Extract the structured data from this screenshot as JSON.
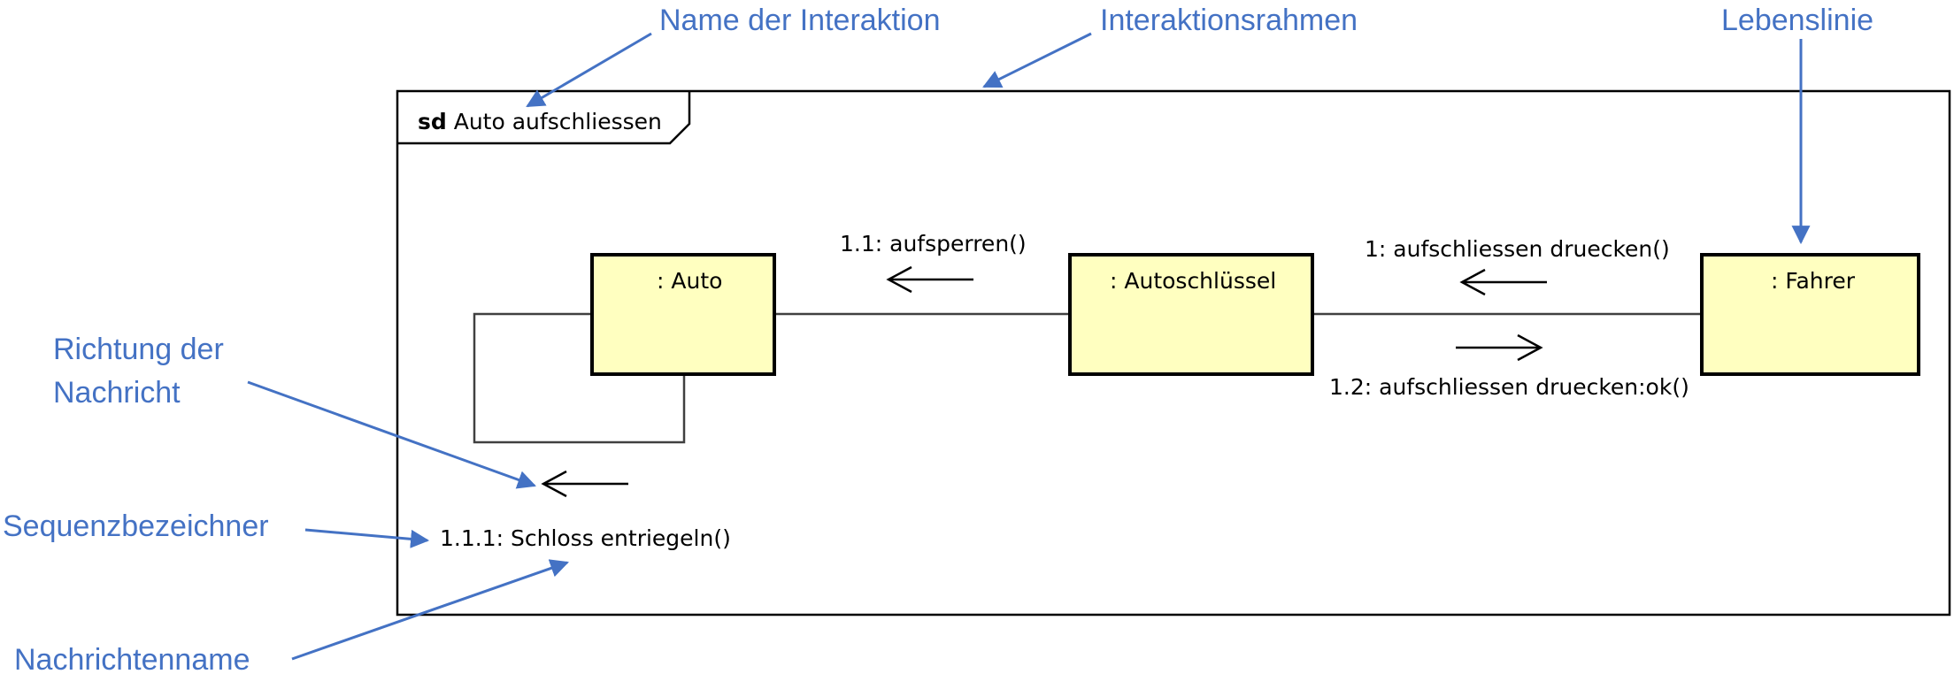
{
  "annotations": {
    "interaction_name": "Name der Interaktion",
    "interaction_frame": "Interaktionsrahmen",
    "lifeline": "Lebenslinie",
    "message_direction_line1": "Richtung der",
    "message_direction_line2": "Nachricht",
    "sequence_designator": "Sequenzbezeichner",
    "message_name": "Nachrichtenname"
  },
  "frame": {
    "keyword": "sd",
    "title": "Auto aufschliessen"
  },
  "lifelines": {
    "auto": ": Auto",
    "autoschluessel": ": Autoschlüssel",
    "fahrer": ": Fahrer"
  },
  "messages": {
    "m1": "1: aufschliessen druecken()",
    "m1_1": "1.1: aufsperren()",
    "m1_2": "1.2: aufschliessen druecken:ok()",
    "m1_1_1": "1.1.1: Schloss entriegeln()"
  },
  "colors": {
    "annotation": "#4472C4",
    "lifeline_fill": "#FFFFC0",
    "line": "#000000"
  }
}
